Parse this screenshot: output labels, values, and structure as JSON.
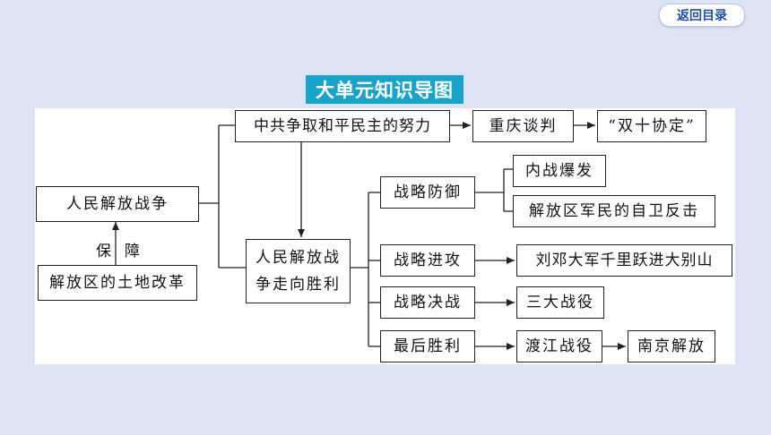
{
  "header": {
    "back_label": "返回目录"
  },
  "title": "大单元知识导图",
  "nodes": {
    "people_war": "人民解放战争",
    "land_reform": "解放区的土地改革",
    "ccp_strive": "中共争取和平民主的努力",
    "chongqing_talks": "重庆谈判",
    "double_ten": "“双十协定”",
    "war_to_victory": "人民解放战争走向胜利",
    "strategic_defense": "战略防御",
    "civil_war": "内战爆发",
    "self_defense": "解放区军民的自卫反击",
    "strategic_offense": "战略进攻",
    "liu_deng": "刘邓大军千里跃进大别山",
    "strategic_decisive": "战略决战",
    "three_campaigns": "三大战役",
    "final_victory": "最后胜利",
    "crossing_river": "渡江战役",
    "nanjing": "南京解放"
  },
  "labels": {
    "guarantee_1": "保",
    "guarantee_2": "障"
  }
}
